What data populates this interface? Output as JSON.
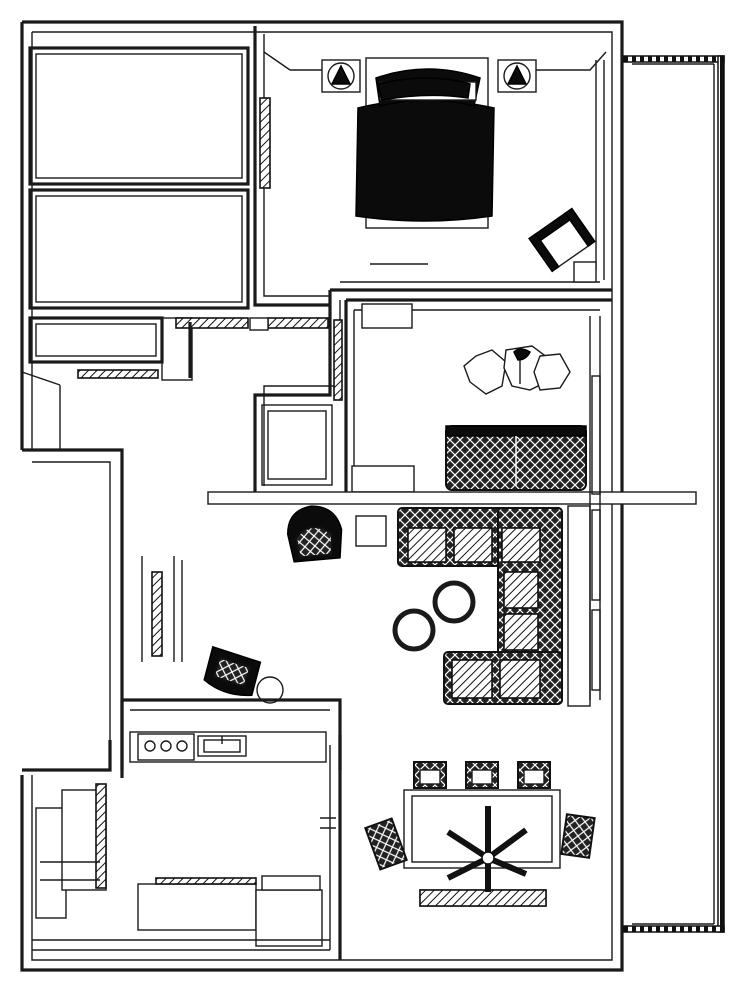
{
  "plan": {
    "rooms": [
      "closet-left",
      "bedroom",
      "hallway",
      "office",
      "living-room",
      "kitchen",
      "dining-area",
      "balcony"
    ],
    "furniture": [
      "bed",
      "nightstand-left",
      "nightstand-right",
      "armchair-bedroom",
      "ottoman-hex-cluster",
      "loveseat",
      "sectional-sofa",
      "round-stool-1",
      "round-stool-2",
      "side-table",
      "accent-chair-1",
      "accent-chair-2",
      "side-table-round",
      "stove",
      "sink",
      "fridge",
      "kitchen-shelving",
      "dining-table",
      "dining-chairs",
      "pendant-light",
      "rug",
      "radiator"
    ]
  },
  "colors": {
    "wall": "#1a1a1a",
    "fill": "#ffffff",
    "furniture_dark": "#0b0b0b"
  },
  "icons": [
    "bed-icon",
    "chair-icon",
    "sofa-icon",
    "table-icon",
    "stove-icon",
    "sink-icon",
    "light-icon"
  ]
}
